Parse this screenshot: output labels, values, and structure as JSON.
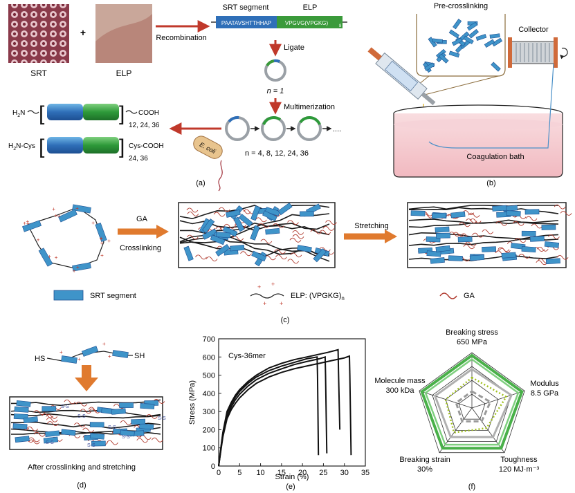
{
  "panel_a": {
    "srt_label": "SRT",
    "plus": "+",
    "elp_label": "ELP",
    "recombination": "Recombination",
    "srt_segment_title": "SRT segment",
    "elp_title": "ELP",
    "srt_seq": "PAATAVSHTTHHAP",
    "elp_seq": "VPGVG(VPGKG)",
    "elp_seq_sub": "8",
    "ligate": "Ligate",
    "n1": "n = 1",
    "multimerization": "Multimerization",
    "ellipsis": "....",
    "n_values": "n = 4, 8, 12, 24, 36",
    "ecoli": "E. coli",
    "h2n": "H",
    "h2n_sub": "2",
    "h2n_tail": "N",
    "cooh": "COOH",
    "repeats1": "12, 24, 36",
    "h2n_cys": "H",
    "h2n_cys_sub": "2",
    "h2n_cys_tail": "N-Cys",
    "cys_cooh": "Cys-COOH",
    "repeats2": "24, 36",
    "label": "(a)"
  },
  "panel_b": {
    "pre_crosslinking": "Pre-crosslinking",
    "collector": "Collector",
    "coagulation_bath": "Coagulation bath",
    "label": "(b)"
  },
  "panel_c": {
    "ga": "GA",
    "crosslinking": "Crosslinking",
    "stretching": "Stretching",
    "legend_srt": "SRT segment",
    "legend_elp": "ELP: (VPGKG)",
    "legend_elp_sub": "n",
    "legend_ga": "GA",
    "label": "(c)"
  },
  "panel_d": {
    "hs": "HS",
    "sh": "SH",
    "ss": "S-S",
    "caption": "After crosslinking and stretching",
    "label": "(d)"
  },
  "panel_f": {
    "breaking_stress": "Breaking stress",
    "breaking_stress_val": "650 MPa",
    "modulus": "Modulus",
    "modulus_val": "8.5 GPa",
    "toughness": "Toughness",
    "toughness_val": "120 MJ·m⁻³",
    "breaking_strain": "Breaking strain",
    "breaking_strain_val": "30%",
    "molecule_mass": "Molecule mass",
    "molecule_mass_val": "300 kDa",
    "label": "(f)"
  },
  "colors": {
    "srt_blue": "#3f94c9",
    "elp_green": "#3a9a3a",
    "arrow_red": "#c0392b",
    "arrow_orange": "#e07a2e",
    "bath_pink": "#f4c6cc",
    "ga_red": "#b03a2e"
  },
  "chart_data": {
    "type": "line",
    "title": "",
    "annotation": "Cys-36mer",
    "xlabel": "Strain (%)",
    "ylabel": "Stress (MPa)",
    "xlim": [
      0,
      35
    ],
    "ylim": [
      0,
      700
    ],
    "xticks": [
      "0",
      "5",
      "10",
      "15",
      "20",
      "25",
      "30",
      "35"
    ],
    "yticks": [
      "0",
      "100",
      "200",
      "300",
      "400",
      "500",
      "600",
      "700"
    ],
    "grid": false,
    "series": [
      {
        "x": [
          0,
          0.5,
          1,
          2,
          3,
          4,
          5,
          7,
          9,
          12,
          15,
          18,
          21,
          23.5,
          23.6,
          23.8
        ],
        "y": [
          0,
          90,
          180,
          290,
          340,
          380,
          410,
          455,
          490,
          525,
          550,
          570,
          590,
          600,
          500,
          60
        ]
      },
      {
        "x": [
          0,
          0.5,
          1,
          2,
          3,
          4,
          5,
          7,
          9,
          12,
          15,
          18,
          21,
          24,
          25.4,
          25.5,
          25.8
        ],
        "y": [
          0,
          85,
          170,
          270,
          325,
          365,
          395,
          440,
          475,
          510,
          535,
          558,
          575,
          590,
          600,
          500,
          70
        ]
      },
      {
        "x": [
          0,
          0.5,
          1,
          2,
          3,
          4,
          5,
          7,
          9,
          12,
          15,
          18,
          21,
          24,
          26,
          28.5,
          28.6,
          28.9
        ],
        "y": [
          0,
          95,
          185,
          300,
          350,
          390,
          420,
          465,
          500,
          540,
          565,
          585,
          600,
          615,
          625,
          640,
          520,
          200
        ]
      },
      {
        "x": [
          0,
          0.5,
          1,
          2,
          3,
          4,
          5,
          7,
          9,
          12,
          15,
          18,
          21,
          24,
          27,
          30,
          31.2,
          31.3,
          31.6
        ],
        "y": [
          0,
          80,
          160,
          260,
          310,
          345,
          375,
          420,
          455,
          490,
          515,
          535,
          550,
          565,
          580,
          595,
          605,
          500,
          60
        ]
      }
    ]
  },
  "panel_e_label": "(e)"
}
